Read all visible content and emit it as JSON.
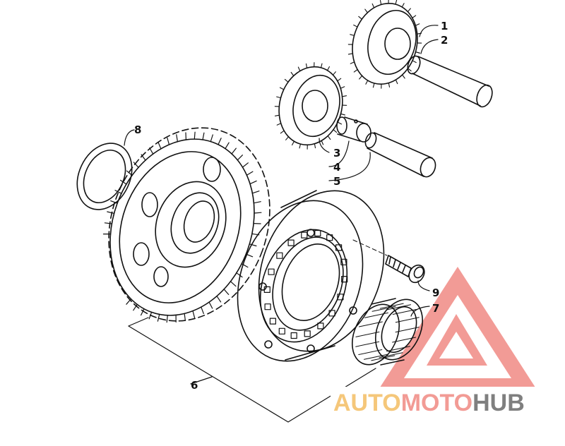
{
  "callouts": {
    "c1": "1",
    "c2": "2",
    "c3": "3",
    "c4": "4",
    "c5": "5",
    "c6": "6",
    "c7": "7",
    "c8": "8",
    "c9": "9"
  },
  "watermark": {
    "part1": "AUTO",
    "part2": "MOTO",
    "part3": "HUB",
    "color1": "#f5c77a",
    "color2": "#f29b95",
    "color3": "#7f7f7f",
    "logo_color": "#f08a84"
  }
}
